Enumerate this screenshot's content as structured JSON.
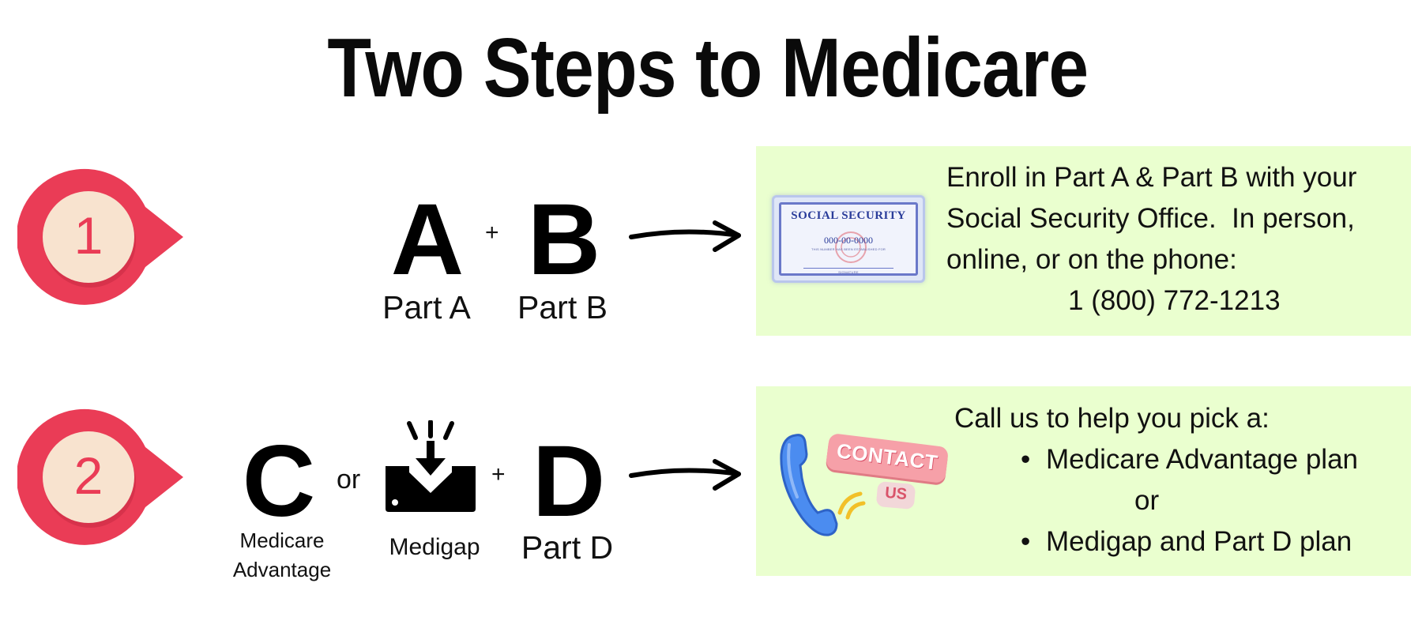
{
  "title": "Two Steps to Medicare",
  "colors": {
    "badge_red": "#ea3c56",
    "badge_center": "#f8e3cf",
    "panel_green": "#eaffcf",
    "phone_blue": "#4b8cf0",
    "contact_pink": "#f6a0a8"
  },
  "step1": {
    "number": "1",
    "letter_a": "A",
    "plus": "+",
    "letter_b": "B",
    "label_a": "Part A",
    "label_b": "Part B",
    "card": {
      "title": "SOCIAL SECURITY",
      "number": "000-00-0000",
      "fine_print": "THIS NUMBER HAS BEEN ESTABLISHED FOR",
      "signature": "SIGNATURE"
    },
    "text_lines": [
      "Enroll in Part A & Part B with your",
      "Social Security Office.  In person,",
      "online, or on the phone:"
    ],
    "phone": "1 (800) 772-1213"
  },
  "step2": {
    "number": "2",
    "letter_c": "C",
    "or": "or",
    "plus": "+",
    "letter_d": "D",
    "label_c_line1": "Medicare",
    "label_c_line2": "Advantage",
    "label_medigap": "Medigap",
    "label_d": "Part D",
    "contact_word": "CONTACT",
    "us_word": "US",
    "intro": "Call us to help you pick a:",
    "bullet": "•",
    "option1": "Medicare Advantage plan",
    "or_text": "or",
    "option2": "Medigap and Part D plan"
  },
  "icons": {
    "badge": "map-pin-badge-icon",
    "card": "social-security-card-icon",
    "medigap": "inbox-download-icon",
    "phone": "telephone-handset-icon",
    "arrow": "arrow-right-icon"
  }
}
